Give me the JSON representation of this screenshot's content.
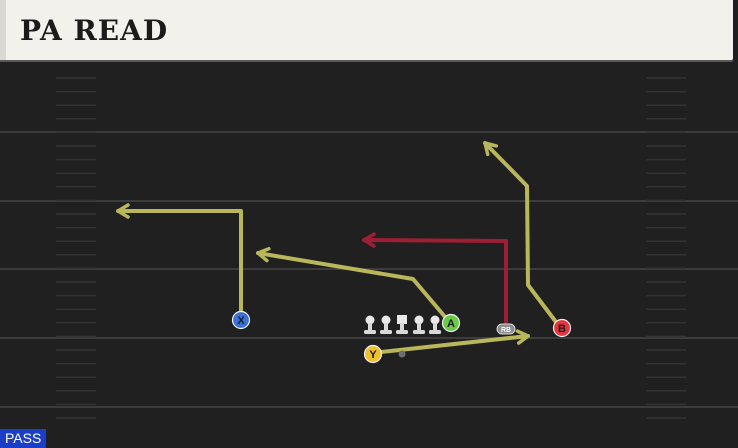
{
  "play": {
    "name": "PA READ",
    "type_badge": "PASS"
  },
  "players": [
    {
      "id": "X",
      "label": "X",
      "color": "#3a72d8"
    },
    {
      "id": "A",
      "label": "A",
      "color": "#6bc94a"
    },
    {
      "id": "Y",
      "label": "Y",
      "color": "#f0c12c"
    },
    {
      "id": "B",
      "label": "B",
      "color": "#e2353e"
    },
    {
      "id": "RB",
      "label": "RB",
      "color": "#8c8c8c"
    }
  ],
  "routes": [
    {
      "player": "X",
      "color": "#b9b75a"
    },
    {
      "player": "A",
      "color": "#b9b75a"
    },
    {
      "player": "Y",
      "color": "#b9b75a"
    },
    {
      "player": "B",
      "color": "#b9b75a"
    },
    {
      "player": "RB",
      "color": "#9e1e35"
    }
  ]
}
